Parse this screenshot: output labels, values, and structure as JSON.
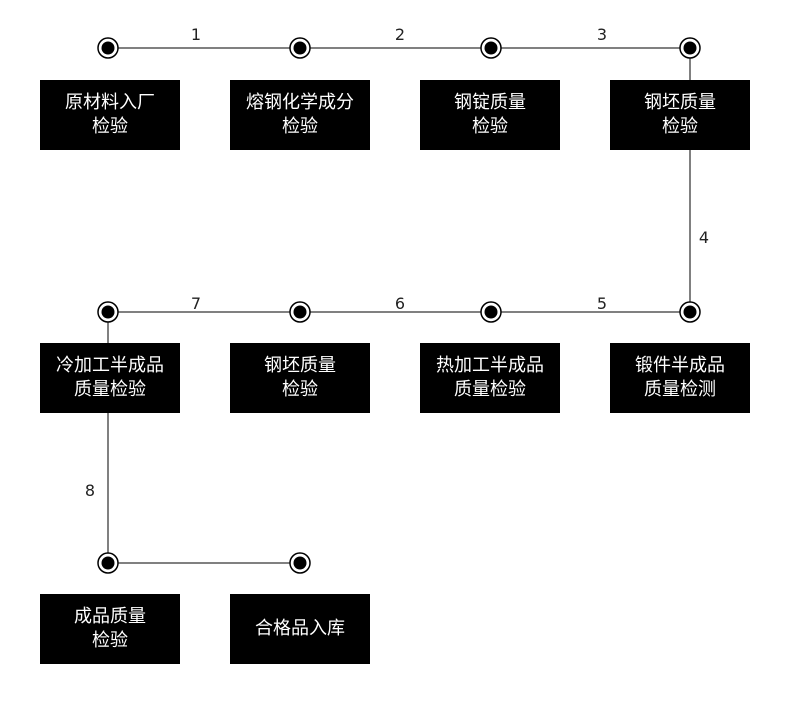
{
  "steps": [
    {
      "id": "raw",
      "lines": [
        "原材料入厂",
        "检验"
      ]
    },
    {
      "id": "melt",
      "lines": [
        "熔钢化学成分",
        "检验"
      ]
    },
    {
      "id": "ingot",
      "lines": [
        "钢锭质量",
        "检验"
      ]
    },
    {
      "id": "billet1",
      "lines": [
        "钢坯质量",
        "检验"
      ]
    },
    {
      "id": "forge",
      "lines": [
        "锻件半成品",
        "质量检测"
      ]
    },
    {
      "id": "hot",
      "lines": [
        "热加工半成品",
        "质量检验"
      ]
    },
    {
      "id": "billet2",
      "lines": [
        "钢坯质量",
        "检验"
      ]
    },
    {
      "id": "cold",
      "lines": [
        "冷加工半成品",
        "质量检验"
      ]
    },
    {
      "id": "final",
      "lines": [
        "成品质量",
        "检验"
      ]
    },
    {
      "id": "store",
      "lines": [
        "合格品入库"
      ]
    }
  ],
  "edge_labels": [
    "1",
    "2",
    "3",
    "4",
    "5",
    "6",
    "7",
    "8"
  ]
}
